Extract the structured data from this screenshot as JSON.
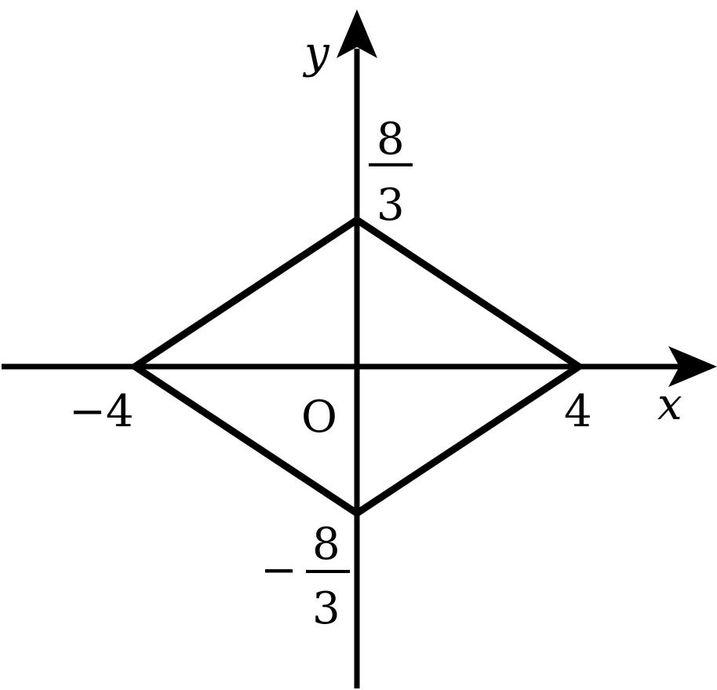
{
  "diagram": {
    "axes": {
      "x_label": "x",
      "y_label": "y",
      "origin_label": "O"
    },
    "x_ticks": [
      {
        "label": "−4",
        "value": -4
      },
      {
        "label": "4",
        "value": 4
      }
    ],
    "y_ticks": [
      {
        "numerator": "8",
        "denominator": "3",
        "sign": "",
        "value": 2.6667
      },
      {
        "numerator": "8",
        "denominator": "3",
        "sign": "−",
        "value": -2.6667
      }
    ],
    "rhombus_vertices": [
      {
        "x": 4,
        "y": 0
      },
      {
        "x": 0,
        "y": 2.6667
      },
      {
        "x": -4,
        "y": 0
      },
      {
        "x": 0,
        "y": -2.6667
      }
    ],
    "colors": {
      "stroke": "#000000",
      "background": "#ffffff"
    }
  }
}
